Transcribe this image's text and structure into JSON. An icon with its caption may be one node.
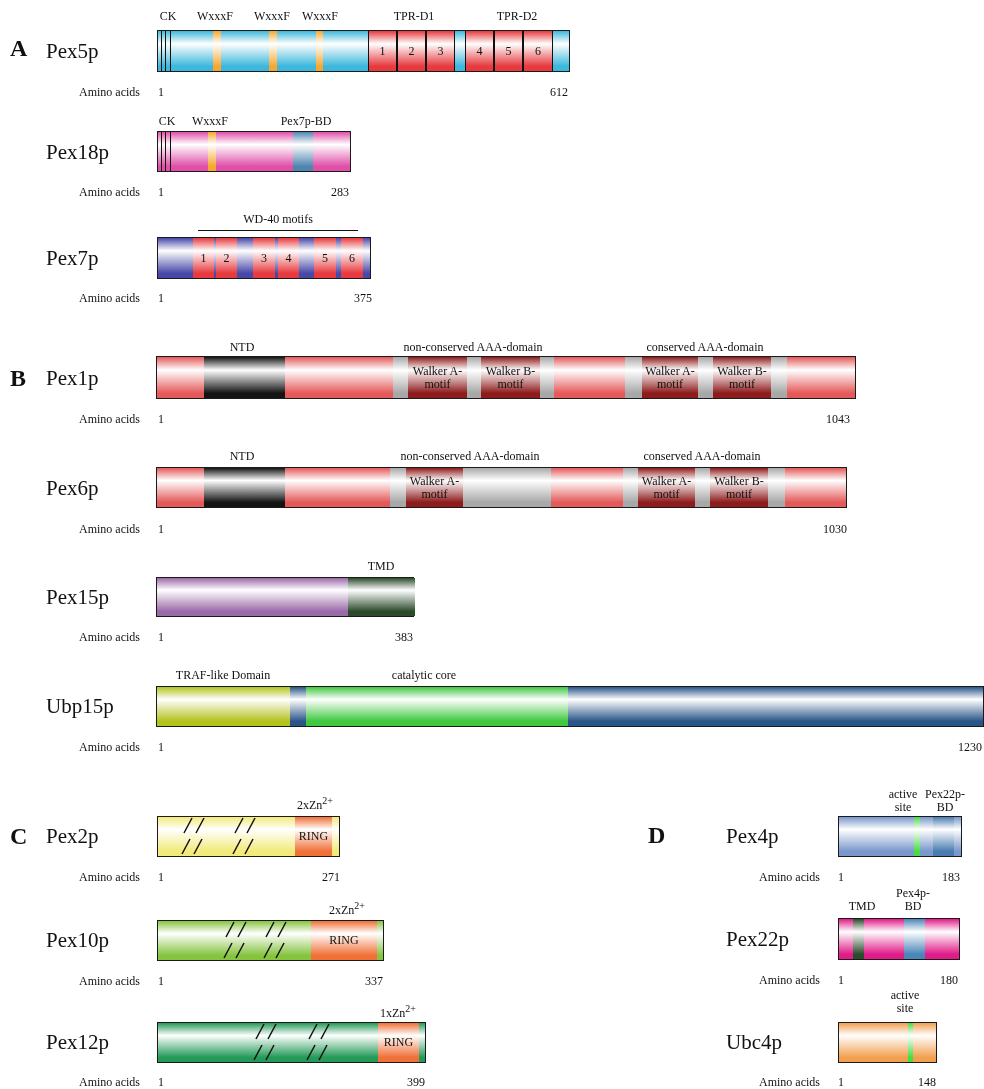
{
  "diagram": {
    "nodes": [
      {
        "text": [],
        "shape": "bar",
        "beside": [
          "Pex5p"
        ]
      },
      {
        "text": [
          "1"
        ],
        "in": 0
      },
      {
        "text": [
          "2"
        ],
        "in": 0
      },
      {
        "text": [
          "3"
        ],
        "in": 0
      },
      {
        "text": [
          "4"
        ],
        "in": 0
      },
      {
        "text": [
          "5"
        ],
        "in": 0
      },
      {
        "text": [
          "6"
        ],
        "in": 0
      },
      {
        "text": [],
        "shape": "bar",
        "beside": [
          "Pex18p"
        ]
      },
      {
        "text": [],
        "shape": "bar",
        "beside": [
          "Pex7p"
        ]
      },
      {
        "text": [
          "1"
        ],
        "in": 8
      },
      {
        "text": [
          "2"
        ],
        "in": 8
      },
      {
        "text": [
          "3"
        ],
        "in": 8
      },
      {
        "text": [
          "4"
        ],
        "in": 8
      },
      {
        "text": [
          "5"
        ],
        "in": 8
      },
      {
        "text": [
          "6"
        ],
        "in": 8
      },
      {
        "text": [],
        "shape": "bar",
        "beside": [
          "Pex1p"
        ]
      },
      {
        "text": [
          "Walker A-motif"
        ],
        "in": 15
      },
      {
        "text": [
          "Walker B-motif"
        ],
        "in": 15
      },
      {
        "text": [
          "Walker A-motif"
        ],
        "in": 15
      },
      {
        "text": [
          "Walker B-motif"
        ],
        "in": 15
      },
      {
        "text": [],
        "shape": "bar",
        "beside": [
          "Pex6p"
        ]
      },
      {
        "text": [
          "Walker A-motif"
        ],
        "in": 20
      },
      {
        "text": [
          "Walker A-motif"
        ],
        "in": 20
      },
      {
        "text": [
          "Walker B-motif"
        ],
        "in": 20
      },
      {
        "text": [],
        "shape": "bar",
        "beside": [
          "Pex15p"
        ]
      },
      {
        "text": [],
        "shape": "bar",
        "beside": [
          "Ubp15p"
        ]
      },
      {
        "text": [],
        "shape": "bar",
        "beside": [
          "Pex2p"
        ]
      },
      {
        "text": [
          "RING"
        ],
        "in": 26
      },
      {
        "text": [],
        "shape": "bar",
        "beside": [
          "Pex10p"
        ]
      },
      {
        "text": [
          "RING"
        ],
        "in": 28
      },
      {
        "text": [],
        "shape": "bar",
        "beside": [
          "Pex12p"
        ]
      },
      {
        "text": [
          "RING"
        ],
        "in": 30
      },
      {
        "text": [],
        "shape": "bar",
        "beside": [
          "Pex4p"
        ]
      },
      {
        "text": [],
        "shape": "bar",
        "beside": [
          "Pex22p"
        ]
      },
      {
        "text": [],
        "shape": "bar",
        "beside": [
          "Ubc4p"
        ]
      }
    ],
    "labels": [
      "A",
      "CK",
      "WxxxF",
      "WxxxF",
      "WxxxF",
      "TPR-D1",
      "TPR-D2",
      "Amino acids",
      "1",
      "612",
      "CK",
      "WxxxF",
      "Pex7p-BD",
      "Amino acids",
      "1",
      "283",
      "WD-40 motifs",
      "Amino acids",
      "1",
      "375",
      "B",
      "NTD",
      "non-conserved AAA-domain",
      "conserved AAA-domain",
      "Amino acids",
      "1",
      "1043",
      "NTD",
      "non-conserved AAA-domain",
      "conserved AAA-domain",
      "Amino acids",
      "1",
      "1030",
      "TMD",
      "Amino acids",
      "1",
      "383",
      "TRAF-like Domain",
      "catalytic core",
      "Amino acids",
      "1",
      "1230",
      "C",
      "2xZn$^{2+}$",
      "Amino acids",
      "1",
      "271",
      "2xZn$^{2+}$",
      "Amino acids",
      "1",
      "337",
      "1xZn$^{2+}$",
      "Amino acids",
      "1",
      "399",
      "D",
      "active site",
      "Pex22p-BD",
      "Amino acids",
      "1",
      "183",
      "TMD",
      "Pex4p-BD",
      "Amino acids",
      "1",
      "180",
      "active site",
      "Amino acids",
      "1",
      "148"
    ]
  }
}
